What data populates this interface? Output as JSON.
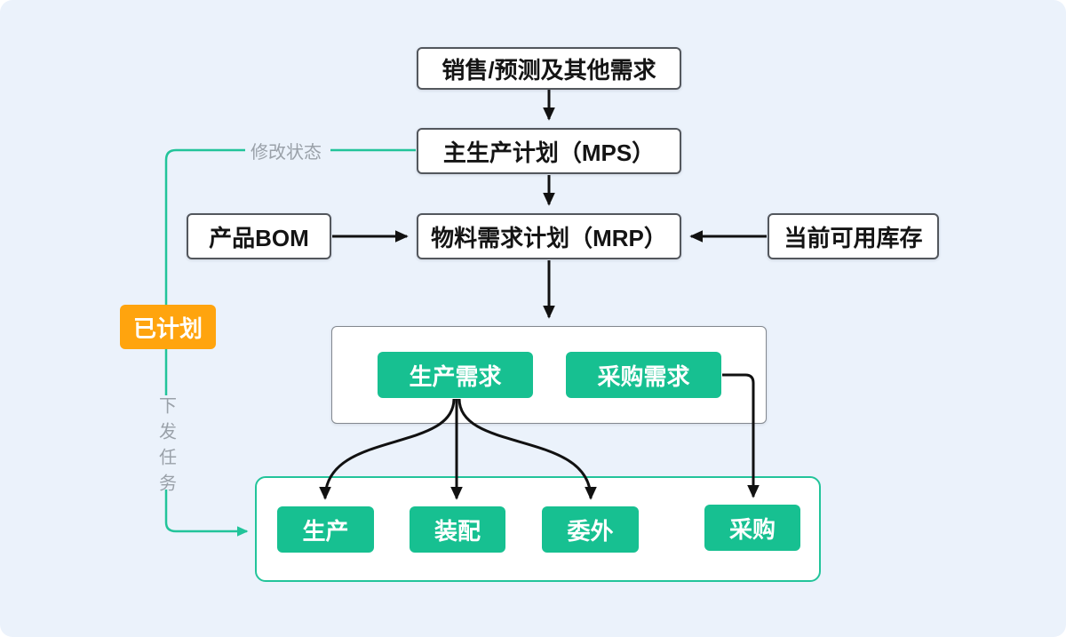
{
  "diagram": {
    "kind": "flowchart",
    "language": "zh-CN",
    "colors": {
      "background": "#ebf2fb",
      "node_fill_green": "#17c091",
      "line_green": "#22c49a",
      "node_fill_orange": "#ffa40e",
      "arrow_black": "#111111",
      "edge_label_gray": "#9aa1a9",
      "white_box_border": "#53575d"
    },
    "nodes": {
      "sales": {
        "label": "销售/预测及其他需求",
        "type": "white-box"
      },
      "mps": {
        "label": "主生产计划（MPS）",
        "type": "white-box"
      },
      "bom": {
        "label": "产品BOM",
        "type": "white-box"
      },
      "mrp": {
        "label": "物料需求计划（MRP）",
        "type": "white-box"
      },
      "inventory": {
        "label": "当前可用库存",
        "type": "white-box"
      },
      "planned": {
        "label": "已计划",
        "type": "orange-box"
      },
      "production_demand": {
        "label": "生产需求",
        "type": "green-box"
      },
      "purchase_demand": {
        "label": "采购需求",
        "type": "green-box"
      },
      "production": {
        "label": "生产",
        "type": "green-box"
      },
      "assembly": {
        "label": "装配",
        "type": "green-box"
      },
      "outsourcing": {
        "label": "委外",
        "type": "green-box"
      },
      "purchase": {
        "label": "采购",
        "type": "green-box"
      }
    },
    "edge_labels": {
      "modify_status": "修改状态",
      "dispatch_task": "下发任务"
    },
    "edges": [
      "sales -> mps",
      "mps -> mrp",
      "bom -> mrp",
      "inventory -> mrp",
      "mrp -> demand_container",
      "production_demand -> production",
      "production_demand -> assembly",
      "production_demand -> outsourcing",
      "purchase_demand -> purchase",
      "mps -> planned (修改状态)",
      "planned -> task_container (下发任务)"
    ]
  }
}
